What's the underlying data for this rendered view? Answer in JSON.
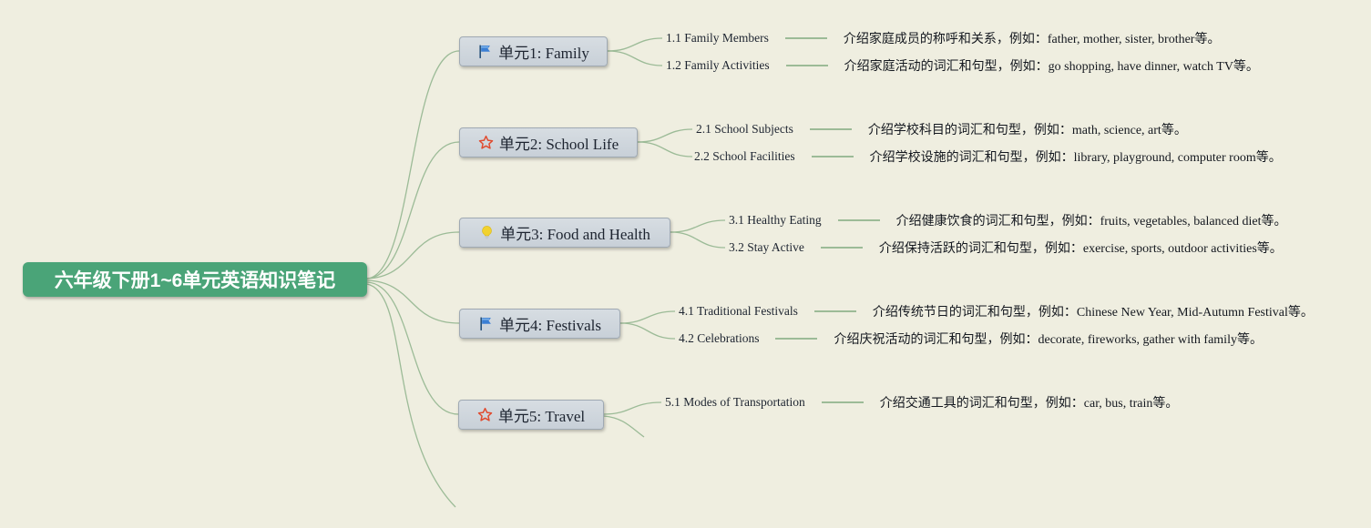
{
  "colors": {
    "background": "#efeee0",
    "root_node": "#4aa478",
    "unit_node": "#ccd3da",
    "connector": "#9cbb97",
    "flag_icon": "#3b7fd4",
    "star_icon": "#e04a2e",
    "bulb_icon": "#f2d22e"
  },
  "root": {
    "label": "六年级下册1~6单元英语知识笔记"
  },
  "units": [
    {
      "title": "单元1: Family",
      "icon": "flag-icon",
      "children": [
        {
          "label": "1.1 Family Members",
          "desc": "介绍家庭成员的称呼和关系，例如：father, mother, sister, brother等。"
        },
        {
          "label": "1.2 Family Activities",
          "desc": "介绍家庭活动的词汇和句型，例如：go shopping, have dinner, watch TV等。"
        }
      ]
    },
    {
      "title": "单元2: School Life",
      "icon": "star-icon",
      "children": [
        {
          "label": "2.1 School Subjects",
          "desc": "介绍学校科目的词汇和句型，例如：math, science, art等。"
        },
        {
          "label": "2.2 School Facilities",
          "desc": "介绍学校设施的词汇和句型，例如：library, playground, computer room等。"
        }
      ]
    },
    {
      "title": "单元3: Food and Health",
      "icon": "lightbulb-icon",
      "children": [
        {
          "label": "3.1 Healthy Eating",
          "desc": "介绍健康饮食的词汇和句型，例如：fruits, vegetables, balanced diet等。"
        },
        {
          "label": "3.2 Stay Active",
          "desc": "介绍保持活跃的词汇和句型，例如：exercise, sports, outdoor activities等。"
        }
      ]
    },
    {
      "title": "单元4: Festivals",
      "icon": "flag-icon",
      "children": [
        {
          "label": "4.1 Traditional Festivals",
          "desc": "介绍传统节日的词汇和句型，例如：Chinese New Year, Mid-Autumn Festival等。"
        },
        {
          "label": "4.2 Celebrations",
          "desc": "介绍庆祝活动的词汇和句型，例如：decorate, fireworks, gather with family等。"
        }
      ]
    },
    {
      "title": "单元5: Travel",
      "icon": "star-icon",
      "children": [
        {
          "label": "5.1 Modes of Transportation",
          "desc": "介绍交通工具的词汇和句型，例如：car, bus, train等。"
        }
      ]
    }
  ]
}
